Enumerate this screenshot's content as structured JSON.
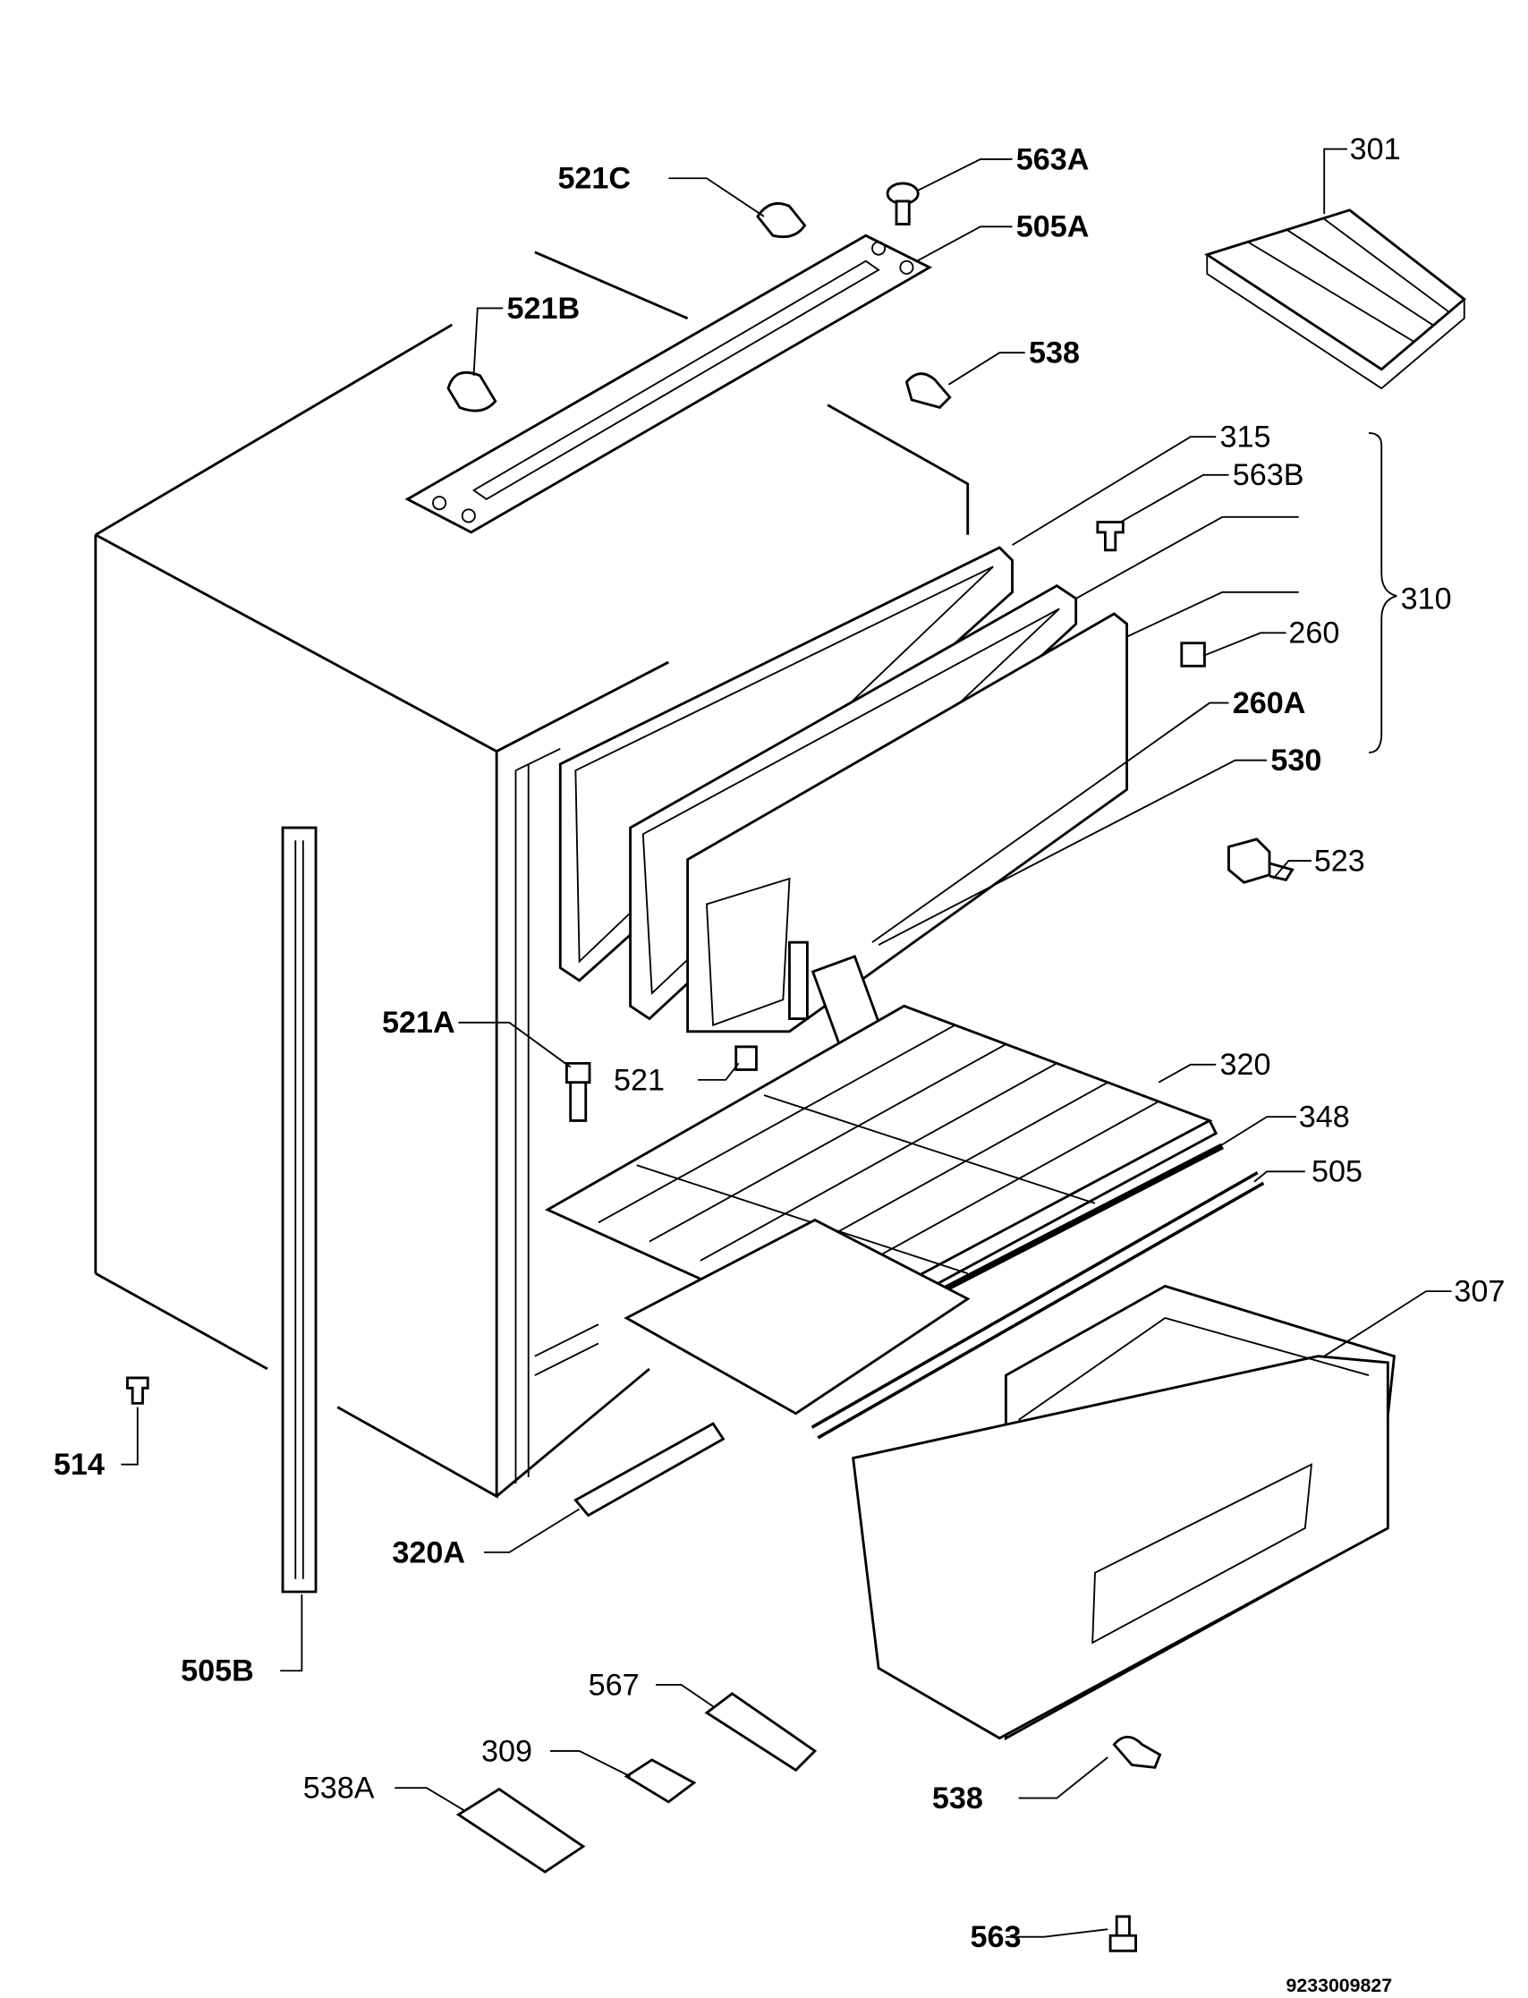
{
  "labels": {
    "p521C": "521C",
    "p563A": "563A",
    "p505A": "505A",
    "p301": "301",
    "p521B": "521B",
    "p538_top": "538",
    "p315": "315",
    "p563B": "563B",
    "p310": "310",
    "p260": "260",
    "p260A": "260A",
    "p530": "530",
    "p523": "523",
    "p521A": "521A",
    "p521": "521",
    "p320": "320",
    "p348": "348",
    "p505": "505",
    "p307": "307",
    "p514": "514",
    "p320A": "320A",
    "p505B": "505B",
    "p567": "567",
    "p309": "309",
    "p538A": "538A",
    "p538_bottom": "538",
    "p563": "563"
  },
  "drawing_code": "9233009827"
}
